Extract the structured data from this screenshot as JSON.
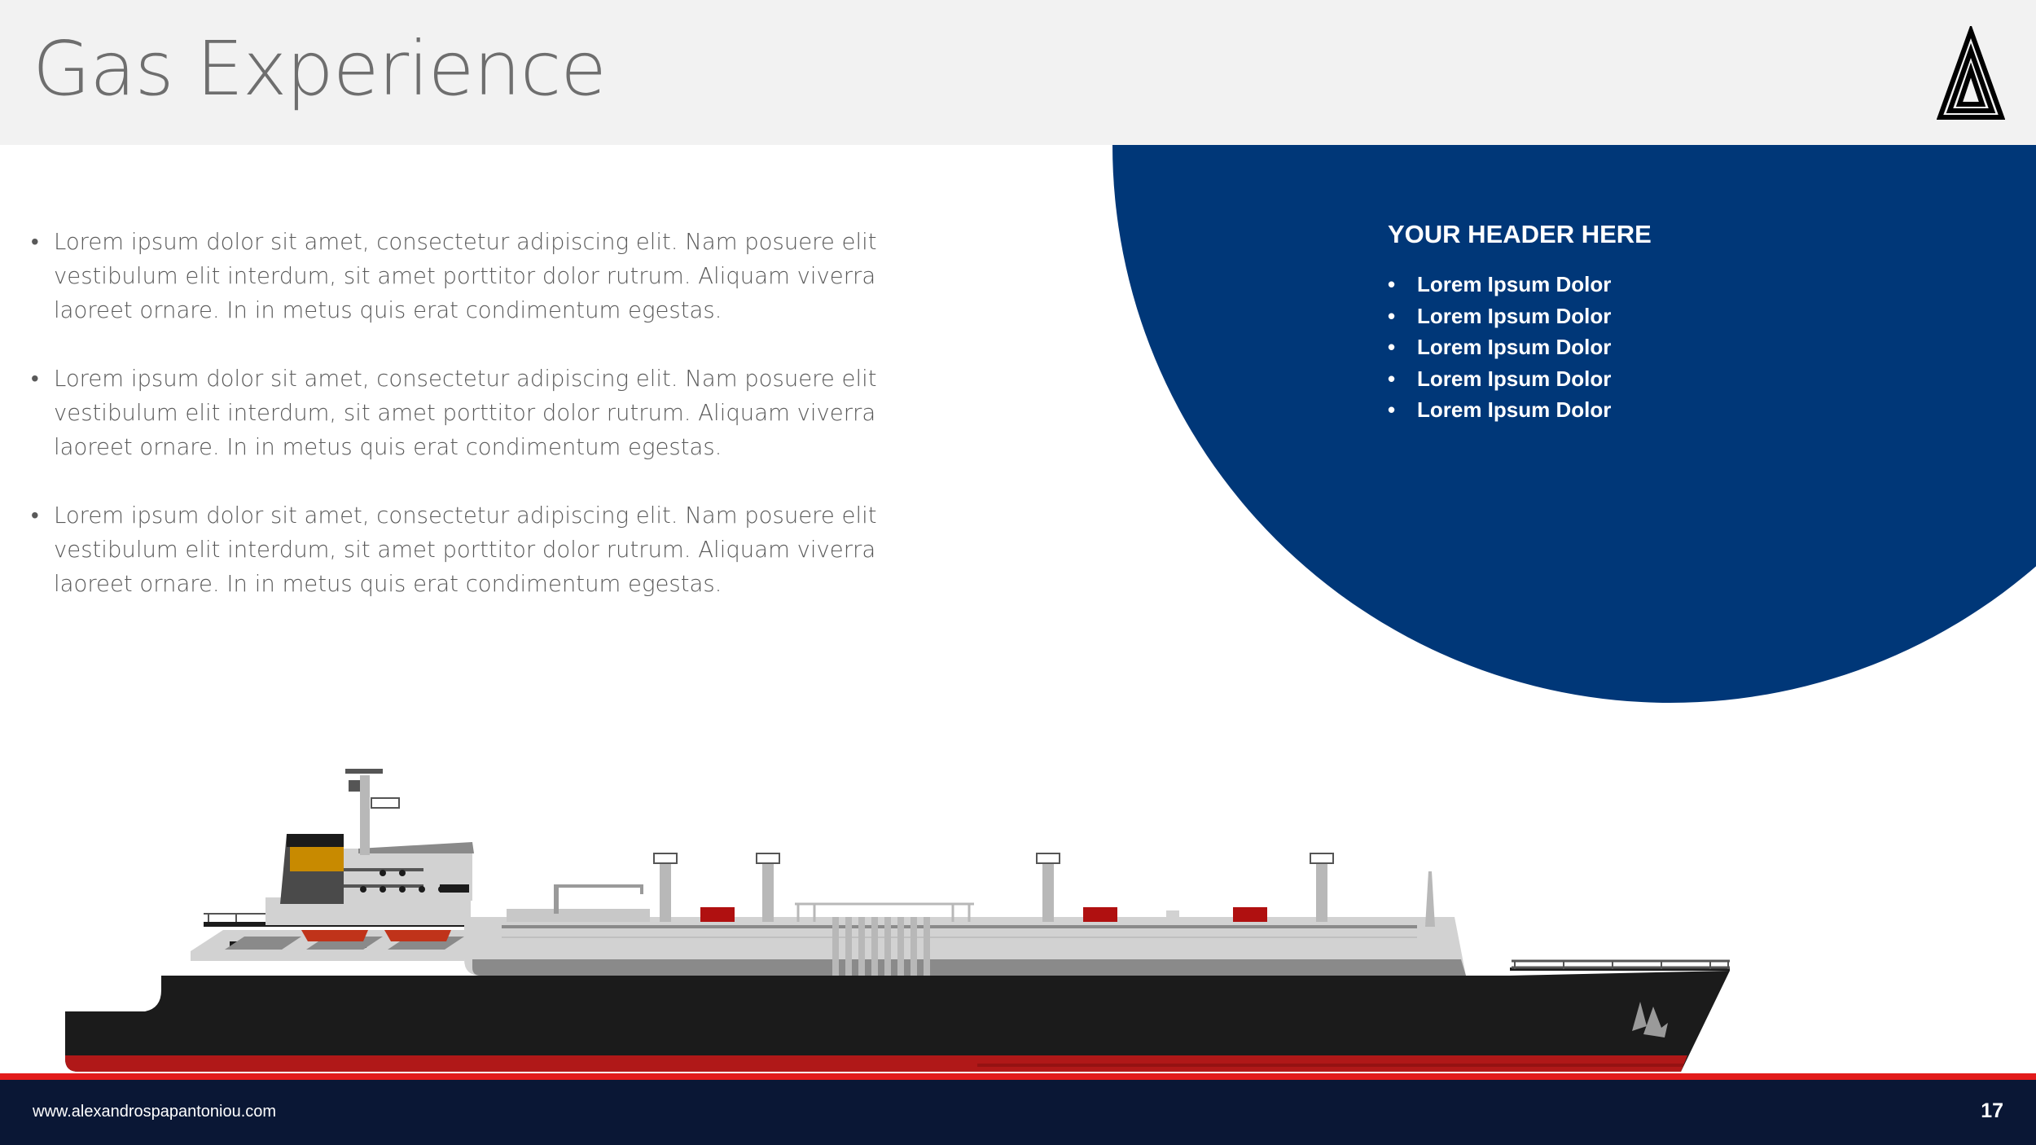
{
  "header": {
    "title": "Gas Experience",
    "logo_icon": "triangle-a-logo-icon"
  },
  "content": {
    "bullets": [
      "Lorem ipsum dolor sit amet, consectetur adipiscing elit. Nam posuere elit vestibulum elit interdum, sit amet porttitor dolor rutrum. Aliquam viverra laoreet ornare. In in metus quis erat condimentum egestas.",
      "Lorem ipsum dolor sit amet, consectetur adipiscing elit. Nam posuere elit vestibulum elit interdum, sit amet porttitor dolor rutrum. Aliquam viverra laoreet ornare. In in metus quis erat condimentum egestas.",
      "Lorem ipsum dolor sit amet, consectetur adipiscing elit. Nam posuere elit vestibulum elit interdum, sit amet porttitor dolor rutrum. Aliquam viverra laoreet ornare. In in metus quis erat condimentum egestas."
    ],
    "bullet_char": "•"
  },
  "panel": {
    "title": "YOUR HEADER HERE",
    "items": [
      "Lorem Ipsum Dolor",
      "Lorem Ipsum Dolor",
      "Lorem Ipsum Dolor",
      "Lorem Ipsum Dolor",
      "Lorem Ipsum Dolor"
    ]
  },
  "illustration": {
    "icon": "lng-tanker-ship-icon"
  },
  "footer": {
    "url": "www.alexandrospapantoniou.com",
    "page_number": "17"
  },
  "colors": {
    "navy": "#003778",
    "footer": "#0a1735",
    "accent_red": "#e21b1b",
    "header_bg": "#f2f2f2",
    "text_gray": "#595959"
  }
}
